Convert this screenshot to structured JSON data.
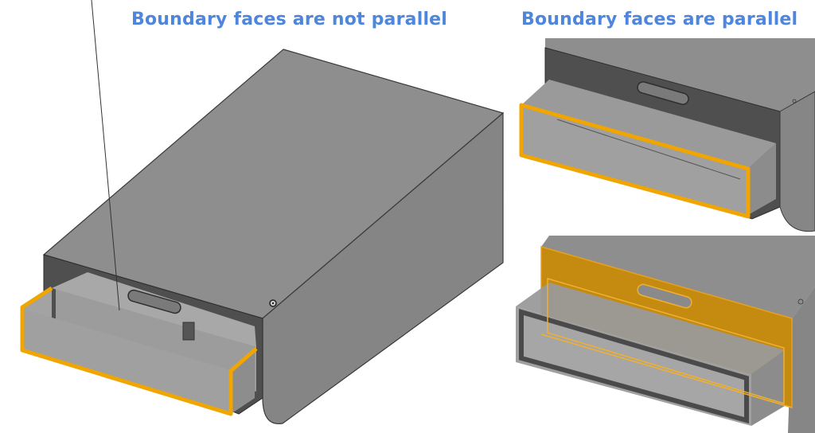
{
  "panels": {
    "left": {
      "title": "Boundary faces are not parallel",
      "highlight": "U-shaped edge loop on open drawer front"
    },
    "right_top": {
      "title": "Boundary faces are parallel",
      "highlight": "rectangular edge loop on drawer front"
    },
    "right_bottom": {
      "highlight": "planar face of housing front with handle slot"
    }
  },
  "colors": {
    "title_blue": "#4d86dc",
    "highlight_orange": "#f0a500",
    "face_highlight": "#c58a10",
    "top_face": "#8e8e8e",
    "side_face": "#858585",
    "front_dark": "#4f4f4f",
    "inner_light": "#9a9a9a"
  }
}
